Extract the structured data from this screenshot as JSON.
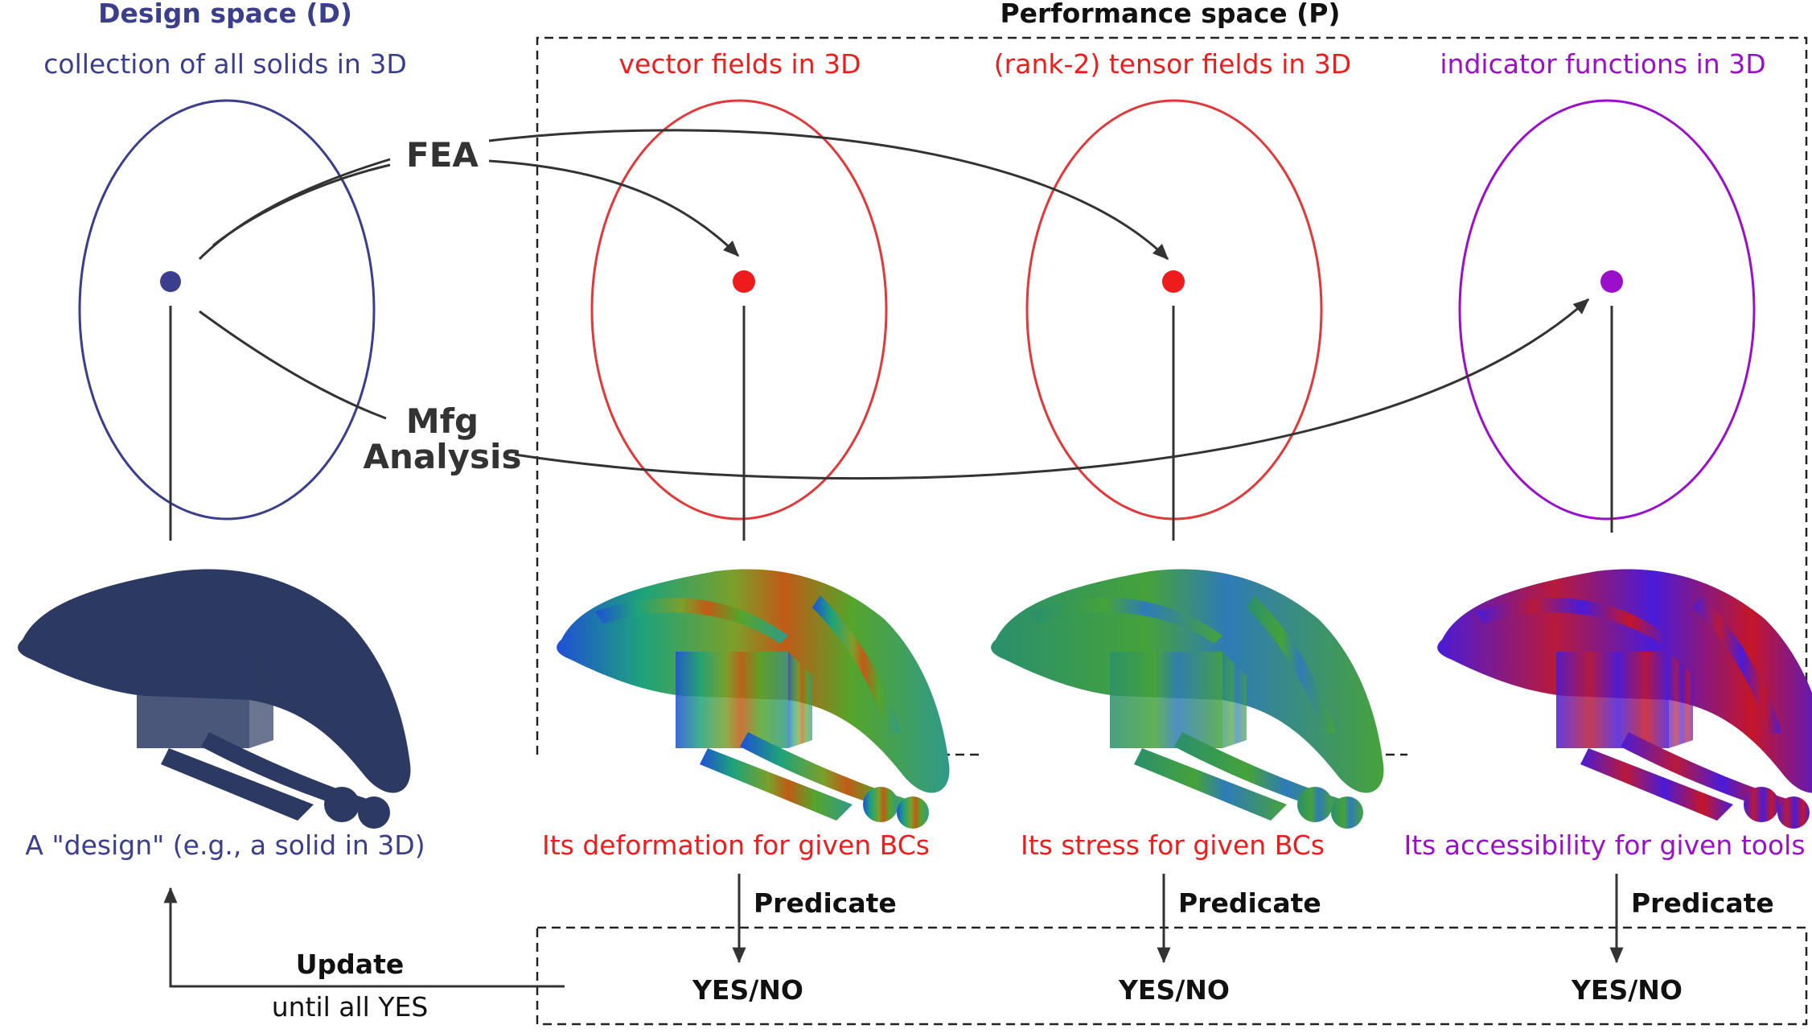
{
  "colors": {
    "design": "#3a3e8c",
    "performance": "#ee1c1c",
    "indicator": "#9a10c8",
    "ellipse_red": "#e0393a",
    "ink": "#333333",
    "model_navy": "#2c3a63",
    "model_purple": "#4a1bd8"
  },
  "design": {
    "title": "Design space (D)",
    "subtitle": "collection of all solids in 3D",
    "caption": "A \"design\" (e.g., a solid in 3D)"
  },
  "performance": {
    "title": "Performance space (P)",
    "columns": [
      {
        "subtitle": "vector fields in 3D",
        "caption": "Its deformation for given BCs",
        "predicate": "Predicate",
        "result": "YES/NO"
      },
      {
        "subtitle": "(rank-2) tensor fields in 3D",
        "caption": "Its stress for given BCs",
        "predicate": "Predicate",
        "result": "YES/NO"
      },
      {
        "subtitle": "indicator functions in 3D",
        "caption": "Its accessibility for given tools",
        "predicate": "Predicate",
        "result": "YES/NO"
      }
    ]
  },
  "analyses": {
    "fea": "FEA",
    "mfg_line1": "Mfg",
    "mfg_line2": "Analysis"
  },
  "update": {
    "label": "Update",
    "sublabel": "until all YES"
  },
  "icons": {
    "models": [
      "bracket-solid-icon",
      "bracket-deformation-icon",
      "bracket-stress-icon",
      "bracket-accessibility-icon"
    ]
  }
}
